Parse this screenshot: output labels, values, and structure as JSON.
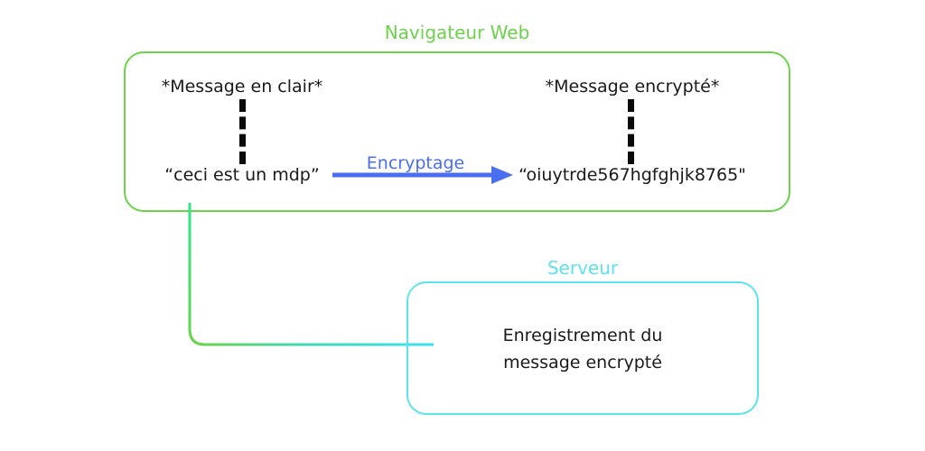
{
  "diagram": {
    "title_visible": false,
    "browser": {
      "title": "Navigateur Web",
      "color": "#6bd34a",
      "plain": {
        "label": "*Message en clair*",
        "value": "“ceci est un mdp”"
      },
      "cipher": {
        "label": "*Message encrypté*",
        "value": "“oiuytrde567hgfghjk8765\""
      },
      "transform": {
        "label": "Encryptage",
        "color": "#4a6ef0",
        "direction": "left-to-right"
      }
    },
    "server": {
      "title": "Serveur",
      "color": "#5de3ef",
      "text_line_1": "Enregistrement du",
      "text_line_2": "message encrypté"
    },
    "connector": {
      "from": "browser",
      "to": "server",
      "gradient_start_color": "#2ce68a",
      "gradient_mid_color": "#6bd34a",
      "gradient_end_color": "#39e1f0"
    },
    "dash_color": "#0a0a0a"
  }
}
